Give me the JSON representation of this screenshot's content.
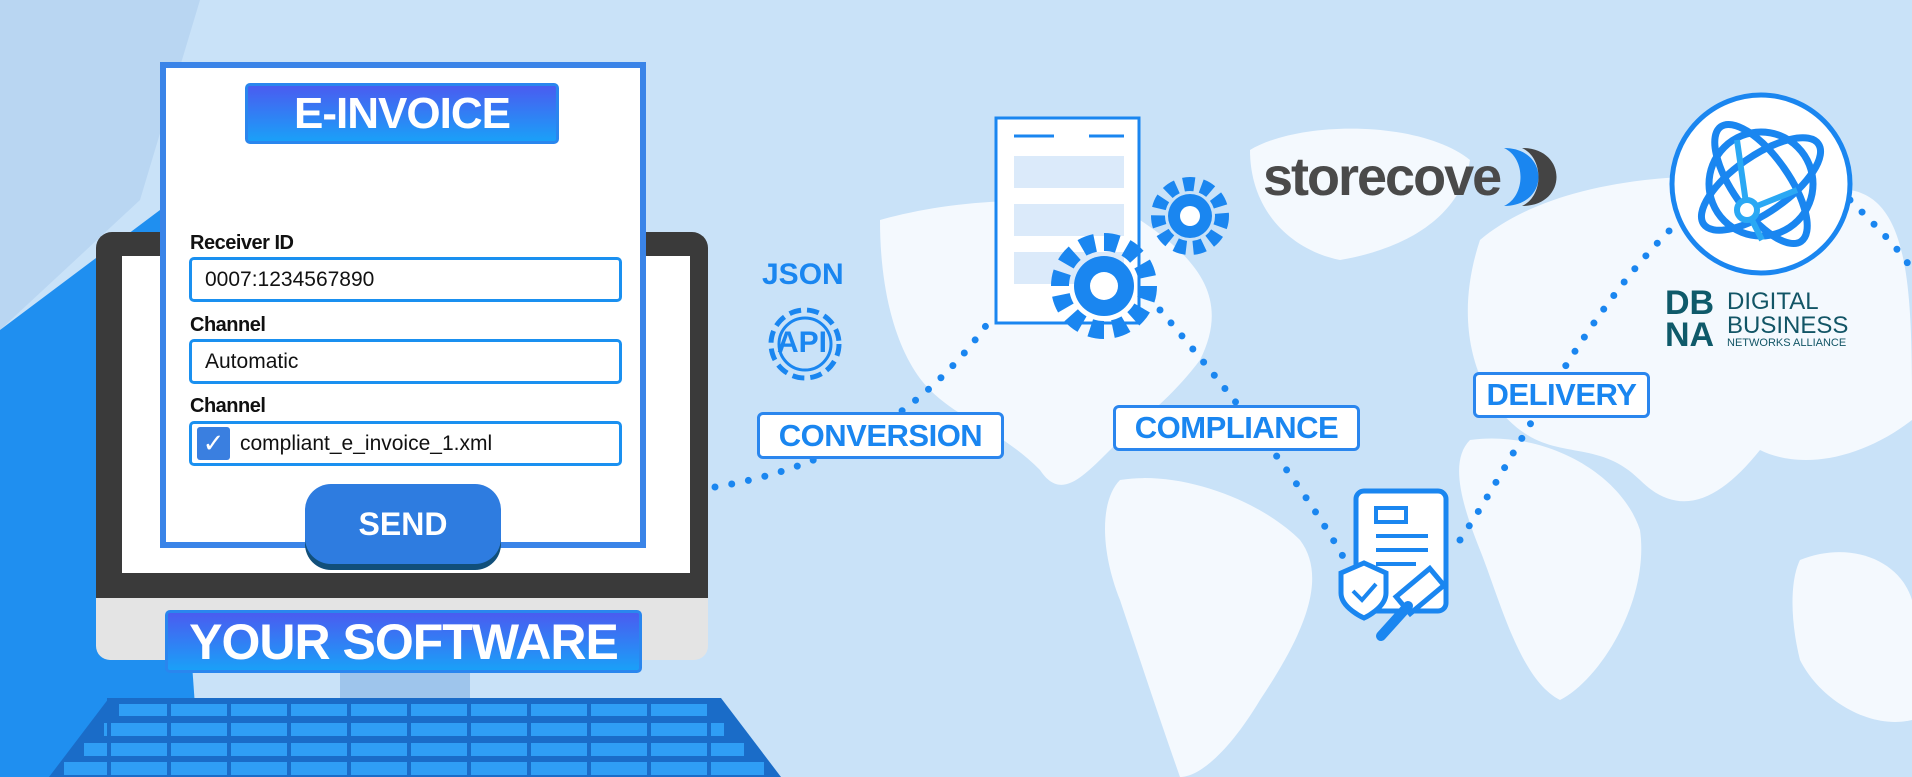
{
  "invoice_form": {
    "title": "E-INVOICE",
    "receiver_label": "Receiver ID",
    "receiver_value": "0007:1234567890",
    "channel_label": "Channel",
    "channel_value": "Automatic",
    "file_label": "Channel",
    "file_value": "compliant_e_invoice_1.xml",
    "file_checked": true,
    "send_label": "SEND"
  },
  "software_label": "YOUR SOFTWARE",
  "steps": {
    "json_label": "JSON",
    "api_label": "API",
    "conversion": "CONVERSION",
    "compliance": "COMPLIANCE",
    "delivery": "DELIVERY"
  },
  "logos": {
    "storecove": "storecove",
    "dbna_mark": "DBNA",
    "dbna_line1": "DIGITAL",
    "dbna_line2": "BUSINESS",
    "dbna_line3": "NETWORKS ALLIANCE"
  },
  "colors": {
    "accent": "#1a86f0",
    "background": "#c9e2f8",
    "map": "#f4f9fe",
    "monitor": "#3a3a3a"
  }
}
